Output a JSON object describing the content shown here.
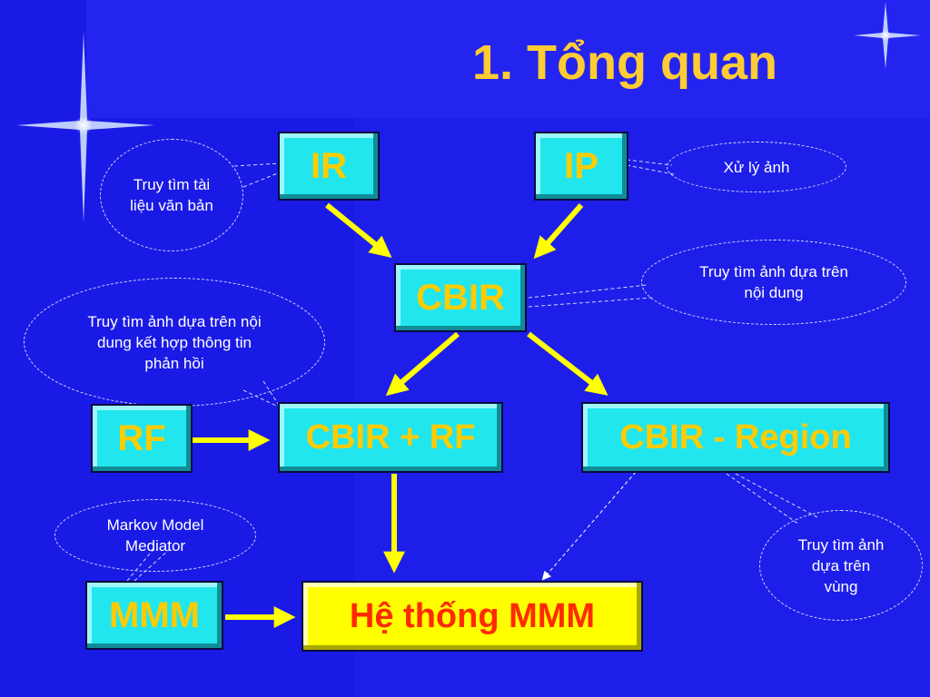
{
  "title": "1. Tổng quan",
  "nodes": {
    "ir": "IR",
    "ip": "IP",
    "cbir": "CBIR",
    "rf": "RF",
    "cbir_rf": "CBIR + RF",
    "cbir_region": "CBIR - Region",
    "mmm": "MMM",
    "he_thong_mmm": "Hệ thống MMM"
  },
  "callouts": {
    "ir_note": "Truy tìm tài liệu văn bản",
    "ip_note": "Xử lý ảnh",
    "cbir_note": "Truy tìm ảnh dựa trên nội dung",
    "cbir_rf_note": "Truy tìm ảnh dựa trên nội dung kết hợp thông tin phản hồi",
    "mmm_note": "Markov Model Mediator",
    "region_note": "Truy tìm ảnh dựa trên vùng"
  },
  "colors": {
    "background": "#1a1ae6",
    "box_fill": "#22e6ee",
    "box_text": "#ffcc00",
    "final_box_fill": "#ffff00",
    "final_box_text": "#ff2a00",
    "arrow": "#ffff00",
    "title": "#ffcc33"
  }
}
